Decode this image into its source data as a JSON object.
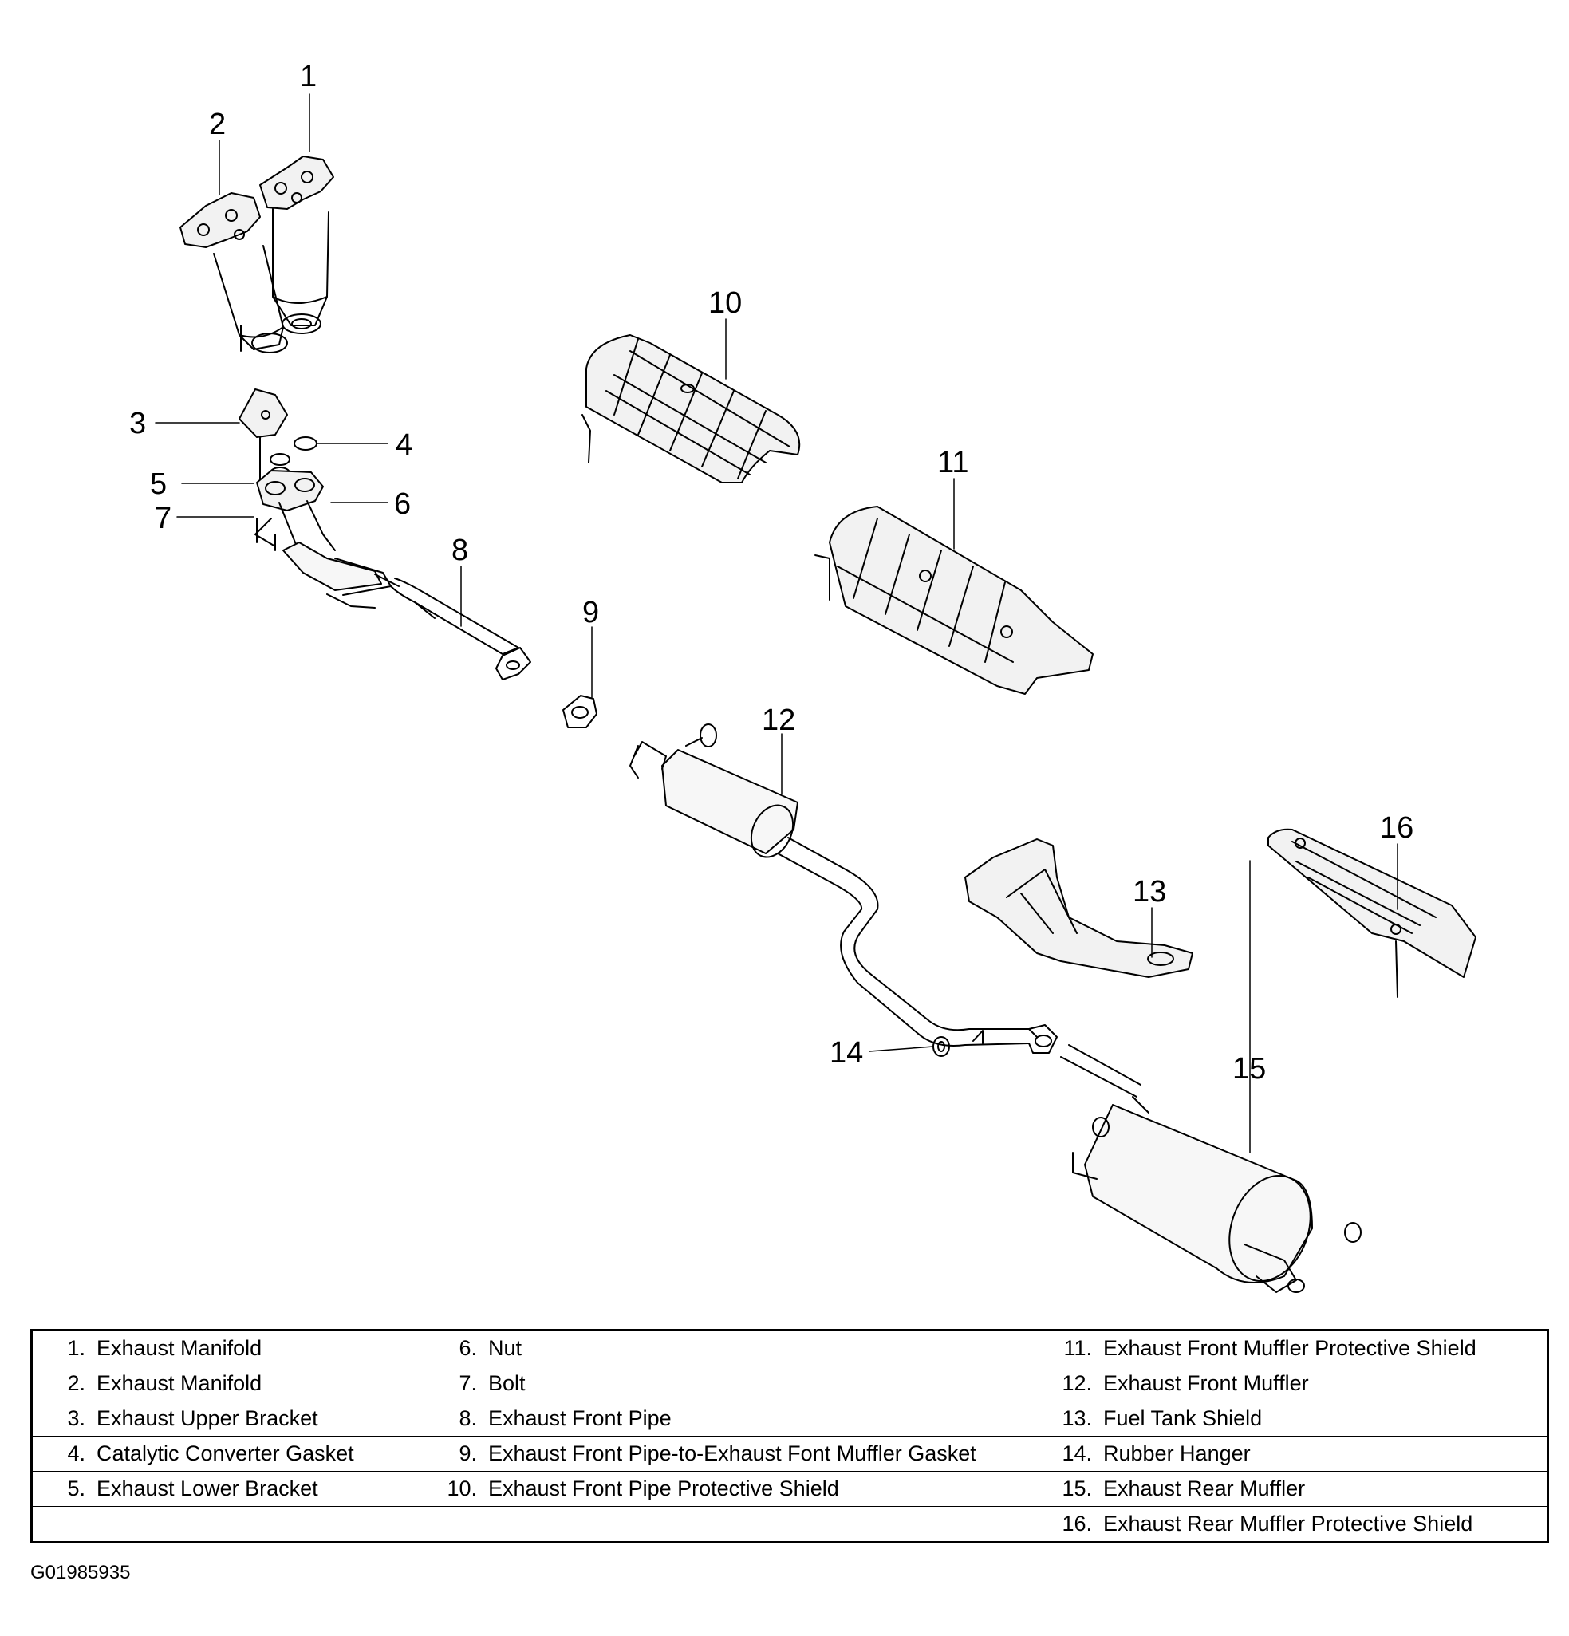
{
  "callouts": [
    "1",
    "2",
    "3",
    "4",
    "5",
    "6",
    "7",
    "8",
    "9",
    "10",
    "11",
    "12",
    "13",
    "14",
    "15",
    "16"
  ],
  "legend": {
    "col1": [
      {
        "num": "1.",
        "label": "Exhaust Manifold"
      },
      {
        "num": "2.",
        "label": "Exhaust Manifold"
      },
      {
        "num": "3.",
        "label": "Exhaust Upper Bracket"
      },
      {
        "num": "4.",
        "label": "Catalytic Converter Gasket"
      },
      {
        "num": "5.",
        "label": "Exhaust Lower Bracket"
      },
      {
        "num": "",
        "label": ""
      }
    ],
    "col2": [
      {
        "num": "6.",
        "label": "Nut"
      },
      {
        "num": "7.",
        "label": "Bolt"
      },
      {
        "num": "8.",
        "label": "Exhaust Front Pipe"
      },
      {
        "num": "9.",
        "label": "Exhaust Front Pipe-to-Exhaust Font Muffler Gasket"
      },
      {
        "num": "10.",
        "label": "Exhaust Front Pipe Protective Shield"
      },
      {
        "num": "",
        "label": ""
      }
    ],
    "col3": [
      {
        "num": "11.",
        "label": "Exhaust Front Muffler Protective Shield"
      },
      {
        "num": "12.",
        "label": "Exhaust Front Muffler"
      },
      {
        "num": "13.",
        "label": "Fuel Tank Shield"
      },
      {
        "num": "14.",
        "label": "Rubber Hanger"
      },
      {
        "num": "15.",
        "label": "Exhaust Rear Muffler"
      },
      {
        "num": "16.",
        "label": "Exhaust Rear Muffler Protective Shield"
      }
    ]
  },
  "figure_code": "G01985935"
}
